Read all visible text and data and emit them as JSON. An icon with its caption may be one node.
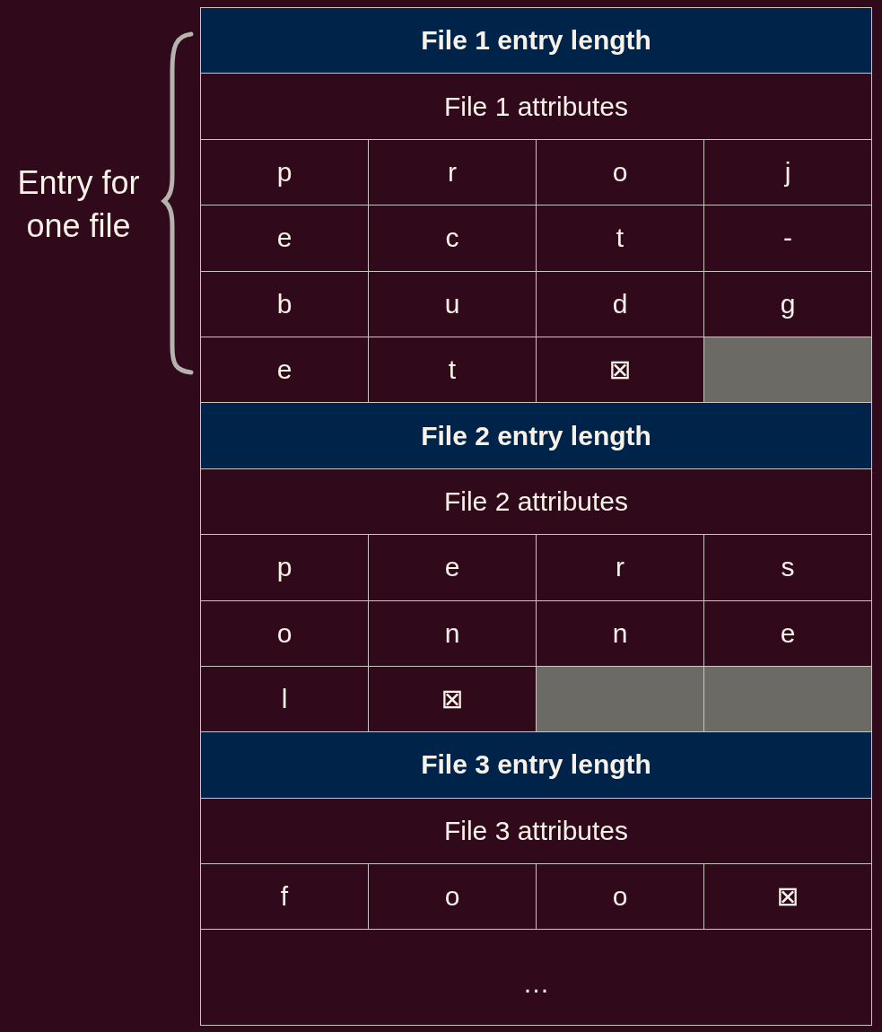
{
  "diagram": {
    "nodes": [
      {
        "text": [
          "File 1 entry length"
        ]
      },
      {
        "text": [
          "File 1 attributes"
        ]
      },
      {
        "text": [
          "p"
        ]
      },
      {
        "text": [
          "r"
        ]
      },
      {
        "text": [
          "o"
        ]
      },
      {
        "text": [
          "j"
        ]
      },
      {
        "text": [
          "e"
        ]
      },
      {
        "text": [
          "c"
        ]
      },
      {
        "text": [
          "t"
        ]
      },
      {
        "text": [
          "-"
        ]
      },
      {
        "text": [
          "b"
        ]
      },
      {
        "text": [
          "u"
        ]
      },
      {
        "text": [
          "d"
        ]
      },
      {
        "text": [
          "g"
        ]
      },
      {
        "text": [
          "e"
        ]
      },
      {
        "text": [
          "t"
        ]
      },
      {
        "text": [
          "⊠"
        ]
      },
      {
        "text": [],
        "shape": "box"
      },
      {
        "text": [
          "File 2 entry length"
        ]
      },
      {
        "text": [
          "File 2 attributes"
        ]
      },
      {
        "text": [
          "p"
        ]
      },
      {
        "text": [
          "e"
        ]
      },
      {
        "text": [
          "r"
        ]
      },
      {
        "text": [
          "s"
        ]
      },
      {
        "text": [
          "o"
        ]
      },
      {
        "text": [
          "n"
        ]
      },
      {
        "text": [
          "n"
        ]
      },
      {
        "text": [
          "e"
        ]
      },
      {
        "text": [
          "l"
        ]
      },
      {
        "text": [
          "⊠"
        ]
      },
      {
        "text": [],
        "shape": "box"
      },
      {
        "text": [],
        "shape": "box"
      },
      {
        "text": [
          "File 3 entry length"
        ]
      },
      {
        "text": [
          "File 3 attributes"
        ]
      },
      {
        "text": [
          "f"
        ]
      },
      {
        "text": [
          "o"
        ]
      },
      {
        "text": [
          "o"
        ]
      },
      {
        "text": [
          "⊠"
        ]
      },
      {
        "text": [
          "…"
        ]
      }
    ],
    "labels": [
      "Entry for one file"
    ]
  }
}
